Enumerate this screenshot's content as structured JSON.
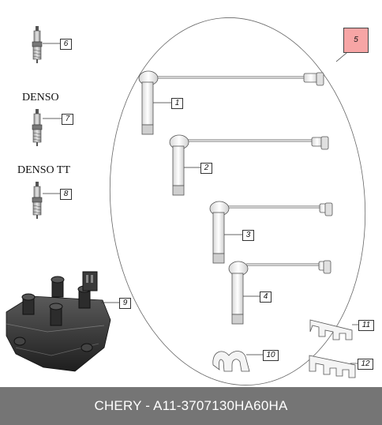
{
  "brands": {
    "denso": "DENSO",
    "denso_tt": "DENSO TT"
  },
  "callouts": [
    "1",
    "2",
    "3",
    "4",
    "5",
    "6",
    "7",
    "8",
    "9",
    "10",
    "11",
    "12"
  ],
  "footer": {
    "caption": "CHERY - A11-3707130HA60HA"
  },
  "colors": {
    "highlight": "#f7a5a5",
    "footer_bg": "#757575",
    "footer_text": "#ffffff"
  }
}
